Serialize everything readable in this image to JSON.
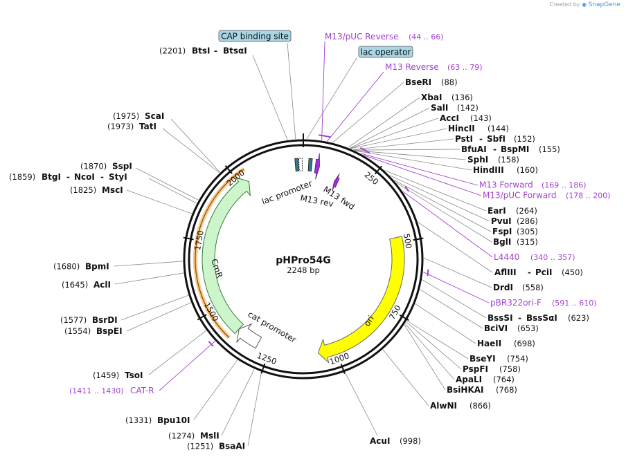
{
  "credit": {
    "prefix": "Created by",
    "brand": "SnapGene"
  },
  "plasmid": {
    "name": "pHPro54G",
    "length_label": "2248 bp",
    "length": 2248
  },
  "ticks": [
    {
      "label": "250",
      "pos": 250
    },
    {
      "label": "500",
      "pos": 500
    },
    {
      "label": "750",
      "pos": 750
    },
    {
      "label": "1000",
      "pos": 1000
    },
    {
      "label": "1250",
      "pos": 1250
    },
    {
      "label": "1500",
      "pos": 1500
    },
    {
      "label": "1750",
      "pos": 1750
    },
    {
      "label": "2000",
      "pos": 2000
    }
  ],
  "features": [
    {
      "name": "ori",
      "start": 480,
      "end": 1068,
      "dir": "cw",
      "color": "#ffff00",
      "label": "ori"
    },
    {
      "name": "CmR",
      "start": 1390,
      "end": 2030,
      "dir": "cw",
      "color": "#ccf5cc",
      "label": "CmR"
    },
    {
      "name": "cat promoter",
      "start": 1300,
      "end": 1390,
      "dir": "cw",
      "color": "#ffffff",
      "label": "cat promoter"
    },
    {
      "name": "lac promoter",
      "start": 2210,
      "end": 2240,
      "dir": "cw",
      "color": "#2e7b8b",
      "label": "lac promoter"
    },
    {
      "name": "M13 rev",
      "start": 56,
      "end": 72,
      "dir": "cw",
      "color": "#9b2fd8",
      "label": "M13 rev"
    },
    {
      "name": "M13 fwd",
      "start": 140,
      "end": 156,
      "dir": "ccw",
      "color": "#9b2fd8",
      "label": "M13 fwd"
    }
  ],
  "boxed_labels": [
    {
      "text": "CAP binding site"
    },
    {
      "text": "lac operator"
    }
  ],
  "enzymes_left": [
    {
      "pos": "(2201)",
      "names": [
        "BtsI",
        "BtsαI"
      ]
    },
    {
      "pos": "(1975)",
      "names": [
        "ScaI"
      ]
    },
    {
      "pos": "(1973)",
      "names": [
        "TatI"
      ]
    },
    {
      "pos": "(1870)",
      "names": [
        "SspI"
      ]
    },
    {
      "pos": "(1859)",
      "names": [
        "BtgI",
        "NcoI",
        "StyI"
      ]
    },
    {
      "pos": "(1825)",
      "names": [
        "MscI"
      ]
    },
    {
      "pos": "(1680)",
      "names": [
        "BpmI"
      ]
    },
    {
      "pos": "(1645)",
      "names": [
        "AclI"
      ]
    },
    {
      "pos": "(1577)",
      "names": [
        "BsrDI"
      ]
    },
    {
      "pos": "(1554)",
      "names": [
        "BspEI"
      ]
    },
    {
      "pos": "(1459)",
      "names": [
        "TsoI"
      ]
    },
    {
      "pos": "(1331)",
      "names": [
        "Bpu10I"
      ]
    },
    {
      "pos": "(1274)",
      "names": [
        "MslI"
      ]
    },
    {
      "pos": "(1251)",
      "names": [
        "BsaAI"
      ]
    }
  ],
  "enzymes_right": [
    {
      "pos": "(88)",
      "names": [
        "BseRI"
      ]
    },
    {
      "pos": "(136)",
      "names": [
        "XbaI"
      ]
    },
    {
      "pos": "(142)",
      "names": [
        "SalI"
      ]
    },
    {
      "pos": "(143)",
      "names": [
        "AccI"
      ]
    },
    {
      "pos": "(144)",
      "names": [
        "HincII"
      ]
    },
    {
      "pos": "(152)",
      "names": [
        "PstI",
        "SbfI"
      ]
    },
    {
      "pos": "(155)",
      "names": [
        "BfuAI",
        "BspMI"
      ]
    },
    {
      "pos": "(158)",
      "names": [
        "SphI"
      ]
    },
    {
      "pos": "(160)",
      "names": [
        "HindIII"
      ]
    },
    {
      "pos": "(264)",
      "names": [
        "EarI"
      ]
    },
    {
      "pos": "(286)",
      "names": [
        "PvuI"
      ]
    },
    {
      "pos": "(305)",
      "names": [
        "FspI"
      ]
    },
    {
      "pos": "(315)",
      "names": [
        "BglI"
      ]
    },
    {
      "pos": "(450)",
      "names": [
        "AflIII",
        "PciI"
      ]
    },
    {
      "pos": "(558)",
      "names": [
        "DrdI"
      ]
    },
    {
      "pos": "(623)",
      "names": [
        "BssSI",
        "BssSαI"
      ]
    },
    {
      "pos": "(653)",
      "names": [
        "BciVI"
      ]
    },
    {
      "pos": "(698)",
      "names": [
        "HaeII"
      ]
    },
    {
      "pos": "(754)",
      "names": [
        "BseYI"
      ]
    },
    {
      "pos": "(758)",
      "names": [
        "PspFI"
      ]
    },
    {
      "pos": "(764)",
      "names": [
        "ApaLI"
      ]
    },
    {
      "pos": "(768)",
      "names": [
        "BsiHKAI"
      ]
    },
    {
      "pos": "(866)",
      "names": [
        "AlwNI"
      ]
    },
    {
      "pos": "(998)",
      "names": [
        "AcuI"
      ]
    }
  ],
  "primers": [
    {
      "name": "M13/pUC Reverse",
      "range": "(44 .. 66)"
    },
    {
      "name": "M13 Reverse",
      "range": "(63 .. 79)"
    },
    {
      "name": "M13 Forward",
      "range": "(169 .. 186)"
    },
    {
      "name": "M13/pUC Forward",
      "range": "(178 .. 200)"
    },
    {
      "name": "L4440",
      "range": "(340 .. 357)"
    },
    {
      "name": "pBR322ori-F",
      "range": "(591 .. 610)"
    },
    {
      "name": "CAT-R",
      "range": "(1411 .. 1430)"
    }
  ]
}
